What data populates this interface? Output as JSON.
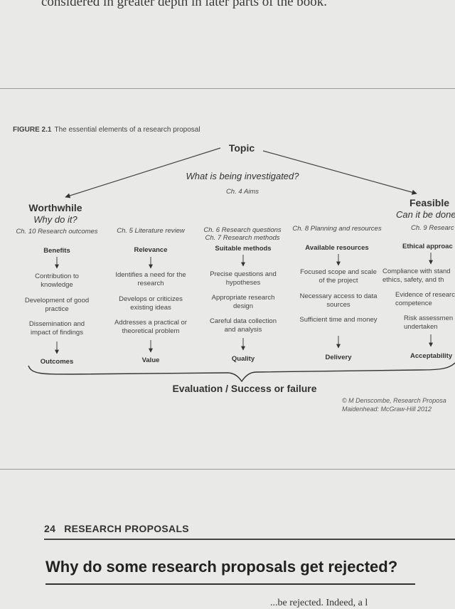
{
  "page": {
    "top_text": "considered in greater depth in later parts of the book.",
    "figure_label": "FIGURE 2.1",
    "figure_title": "The essential elements of a research proposal",
    "footer_page_number": "24",
    "footer_title": "RESEARCH PROPOSALS",
    "section_heading": "Why do some research proposals get rejected?",
    "bottom_text": "...be rejected. Indeed, a l"
  },
  "diagram": {
    "topic": {
      "title": "Topic",
      "question": "What is being investigated?",
      "chapter": "Ch. 4  Aims"
    },
    "worthwhile": {
      "title": "Worthwhile",
      "question": "Why do it?"
    },
    "feasible": {
      "title": "Feasible",
      "question": "Can it be done"
    },
    "columns": [
      {
        "chapter": "Ch. 10  Research outcomes",
        "head": "Benefits",
        "items": [
          "Contribution to knowledge",
          "Development of good practice",
          "Dissemination and impact of findings"
        ],
        "outcome": "Outcomes"
      },
      {
        "chapter": "Ch. 5  Literature review",
        "head": "Relevance",
        "items": [
          "Identifies a need for the research",
          "Develops or criticizes existing ideas",
          "Addresses a practical or theoretical problem"
        ],
        "outcome": "Value"
      },
      {
        "chapter": "Ch. 6  Research questions",
        "chapter2": "Ch. 7  Research methods",
        "head": "Suitable methods",
        "items": [
          "Precise questions and hypotheses",
          "Appropriate research design",
          "Careful data collection and analysis"
        ],
        "outcome": "Quality"
      },
      {
        "chapter": "Ch. 8  Planning and resources",
        "head": "Available resources",
        "items": [
          "Focused scope and scale of the project",
          "Necessary access to data sources",
          "Sufficient time and money"
        ],
        "outcome": "Delivery"
      },
      {
        "chapter": "Ch. 9  Researc",
        "head": "Ethical approac",
        "items": [
          "Compliance with stand ethics, safety, and th",
          "Evidence of researc competence",
          "Risk assessmen undertaken"
        ],
        "outcome": "Acceptability"
      }
    ],
    "evaluation": "Evaluation / Success or failure",
    "credit_line1": "© M Denscombe, Research Proposa",
    "credit_line2": "Maidenhead: McGraw-Hill 2012"
  }
}
